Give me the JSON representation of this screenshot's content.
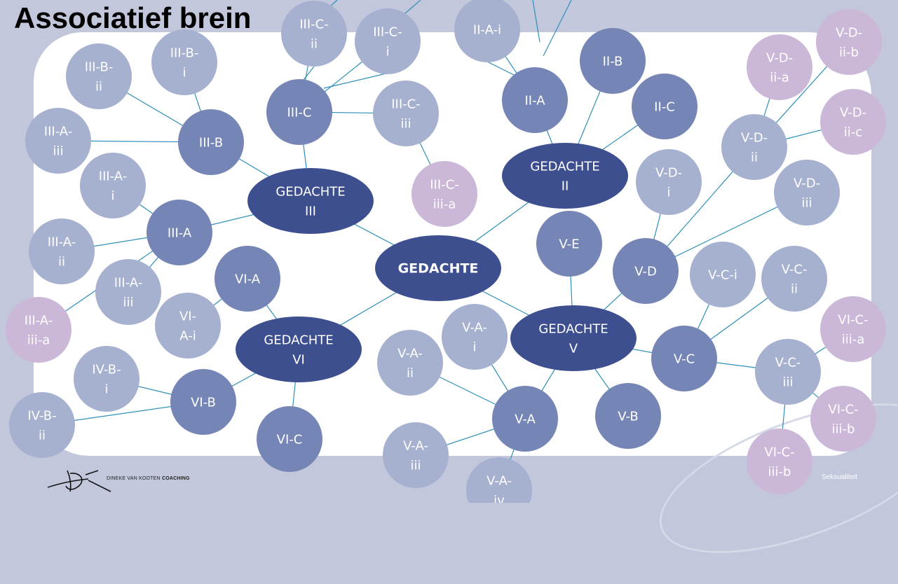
{
  "title": "Associatief brein",
  "footer_label": "Seksualiteit",
  "logo": {
    "text_plain": "DINEKE VAN KOOTEN",
    "text_bold": "COACHING"
  },
  "colors": {
    "background": "#c2c7dc",
    "center": "#3d4f8f",
    "main": "#3d4f8f",
    "mid": "#7585b5",
    "light": "#a6b0cf",
    "pink": "#cbb8d8",
    "line": "#2e8fb8"
  },
  "nodes": [
    {
      "id": "center",
      "label": "GEDACHTE",
      "kind": "center"
    },
    {
      "id": "g2",
      "label": "GEDACHTE\nII",
      "kind": "main"
    },
    {
      "id": "g3",
      "label": "GEDACHTE\nIII",
      "kind": "main"
    },
    {
      "id": "g5",
      "label": "GEDACHTE\nV",
      "kind": "main"
    },
    {
      "id": "g6",
      "label": "GEDACHTE\nVI",
      "kind": "main"
    },
    {
      "id": "2A",
      "label": "II-A",
      "kind": "mid"
    },
    {
      "id": "2B",
      "label": "II-B",
      "kind": "mid"
    },
    {
      "id": "2C",
      "label": "II-C",
      "kind": "mid"
    },
    {
      "id": "2Ai",
      "label": "II-A-i",
      "kind": "light"
    },
    {
      "id": "3A",
      "label": "III-A",
      "kind": "mid"
    },
    {
      "id": "3B",
      "label": "III-B",
      "kind": "mid"
    },
    {
      "id": "3C",
      "label": "III-C",
      "kind": "mid"
    },
    {
      "id": "3Bi",
      "label": "III-B-\ni",
      "kind": "light"
    },
    {
      "id": "3Bii",
      "label": "III-B-\nii",
      "kind": "light"
    },
    {
      "id": "3Ci",
      "label": "III-C-\ni",
      "kind": "light"
    },
    {
      "id": "3Cii",
      "label": "III-C-\nii",
      "kind": "light"
    },
    {
      "id": "3Ciii",
      "label": "III-C-\niii",
      "kind": "light"
    },
    {
      "id": "3Ciiia",
      "label": "III-C-\niii-a",
      "kind": "pink"
    },
    {
      "id": "3Ai",
      "label": "III-A-\ni",
      "kind": "light"
    },
    {
      "id": "3Aii",
      "label": "III-A-\nii",
      "kind": "light"
    },
    {
      "id": "3Aiii",
      "label": "III-A-\niii",
      "kind": "light"
    },
    {
      "id": "3Aiii2",
      "label": "III-A-\niii",
      "kind": "light"
    },
    {
      "id": "3Aiiia",
      "label": "III-A-\niii-a",
      "kind": "pink"
    },
    {
      "id": "5A",
      "label": "V-A",
      "kind": "mid"
    },
    {
      "id": "5B",
      "label": "V-B",
      "kind": "mid"
    },
    {
      "id": "5C",
      "label": "V-C",
      "kind": "mid"
    },
    {
      "id": "5D",
      "label": "V-D",
      "kind": "mid"
    },
    {
      "id": "5E",
      "label": "V-E",
      "kind": "mid"
    },
    {
      "id": "5Ai",
      "label": "V-A-\ni",
      "kind": "light"
    },
    {
      "id": "5Aii",
      "label": "V-A-\nii",
      "kind": "light"
    },
    {
      "id": "5Aiii",
      "label": "V-A-\niii",
      "kind": "light"
    },
    {
      "id": "5Aiv",
      "label": "V-A-\niv",
      "kind": "light"
    },
    {
      "id": "5Ci",
      "label": "V-C-i",
      "kind": "light"
    },
    {
      "id": "5Cii",
      "label": "V-C-\nii",
      "kind": "light"
    },
    {
      "id": "5Ciii",
      "label": "V-C-\niii",
      "kind": "light"
    },
    {
      "id": "5Di",
      "label": "V-D-\ni",
      "kind": "light"
    },
    {
      "id": "5Dii",
      "label": "V-D-\nii",
      "kind": "light"
    },
    {
      "id": "5Diii",
      "label": "V-D-\niii",
      "kind": "light"
    },
    {
      "id": "5Diia",
      "label": "V-D-\nii-a",
      "kind": "pink"
    },
    {
      "id": "5Diib",
      "label": "V-D-\nii-b",
      "kind": "pink"
    },
    {
      "id": "5Diic",
      "label": "V-D-\nii-c",
      "kind": "pink"
    },
    {
      "id": "6A",
      "label": "VI-A",
      "kind": "mid"
    },
    {
      "id": "6B",
      "label": "VI-B",
      "kind": "mid"
    },
    {
      "id": "6C",
      "label": "VI-C",
      "kind": "mid"
    },
    {
      "id": "6Ai",
      "label": "VI-\nA-i",
      "kind": "light"
    },
    {
      "id": "4Bi",
      "label": "IV-B-\ni",
      "kind": "light"
    },
    {
      "id": "4Bii",
      "label": "IV-B-\nii",
      "kind": "light"
    },
    {
      "id": "6Ciiia",
      "label": "VI-C-\niii-a",
      "kind": "pink"
    },
    {
      "id": "6Ciiib",
      "label": "VI-C-\niii-b",
      "kind": "pink"
    },
    {
      "id": "6Ciiib2",
      "label": "VI-C-\niii-b",
      "kind": "pink"
    }
  ],
  "edges": [
    [
      "center",
      "g2"
    ],
    [
      "center",
      "g3"
    ],
    [
      "center",
      "g5"
    ],
    [
      "center",
      "g6"
    ],
    [
      "g2",
      "2A"
    ],
    [
      "g2",
      "2B"
    ],
    [
      "g2",
      "2C"
    ],
    [
      "2A",
      "2Ai"
    ],
    [
      "g3",
      "3A"
    ],
    [
      "g3",
      "3B"
    ],
    [
      "g3",
      "3C"
    ],
    [
      "3B",
      "3Bi"
    ],
    [
      "3B",
      "3Bii"
    ],
    [
      "3B",
      "3Aiii"
    ],
    [
      "3C",
      "3Ci"
    ],
    [
      "3C",
      "3Cii"
    ],
    [
      "3C",
      "3Ciii"
    ],
    [
      "3Ciii",
      "3Ciiia"
    ],
    [
      "3A",
      "3Ai"
    ],
    [
      "3A",
      "3Aii"
    ],
    [
      "3A",
      "3Aiii2"
    ],
    [
      "3A",
      "3Aiiia"
    ],
    [
      "g5",
      "5A"
    ],
    [
      "g5",
      "5B"
    ],
    [
      "g5",
      "5C"
    ],
    [
      "g5",
      "5D"
    ],
    [
      "g5",
      "5E"
    ],
    [
      "5A",
      "5Ai"
    ],
    [
      "5A",
      "5Aii"
    ],
    [
      "5A",
      "5Aiii"
    ],
    [
      "5A",
      "5Aiv"
    ],
    [
      "5C",
      "5Ci"
    ],
    [
      "5C",
      "5Cii"
    ],
    [
      "5C",
      "5Ciii"
    ],
    [
      "5D",
      "5Di"
    ],
    [
      "5D",
      "5Dii"
    ],
    [
      "5D",
      "5Diii"
    ],
    [
      "5Dii",
      "5Diia"
    ],
    [
      "5Dii",
      "5Diib"
    ],
    [
      "5Dii",
      "5Diic"
    ],
    [
      "5Ciii",
      "6Ciiia"
    ],
    [
      "5Ciii",
      "6Ciiib"
    ],
    [
      "5Ciii",
      "6Ciiib2"
    ],
    [
      "g6",
      "6A"
    ],
    [
      "g6",
      "6B"
    ],
    [
      "g6",
      "6C"
    ],
    [
      "6A",
      "6Ai"
    ],
    [
      "6B",
      "4Bi"
    ],
    [
      "6B",
      "4Bii"
    ]
  ]
}
